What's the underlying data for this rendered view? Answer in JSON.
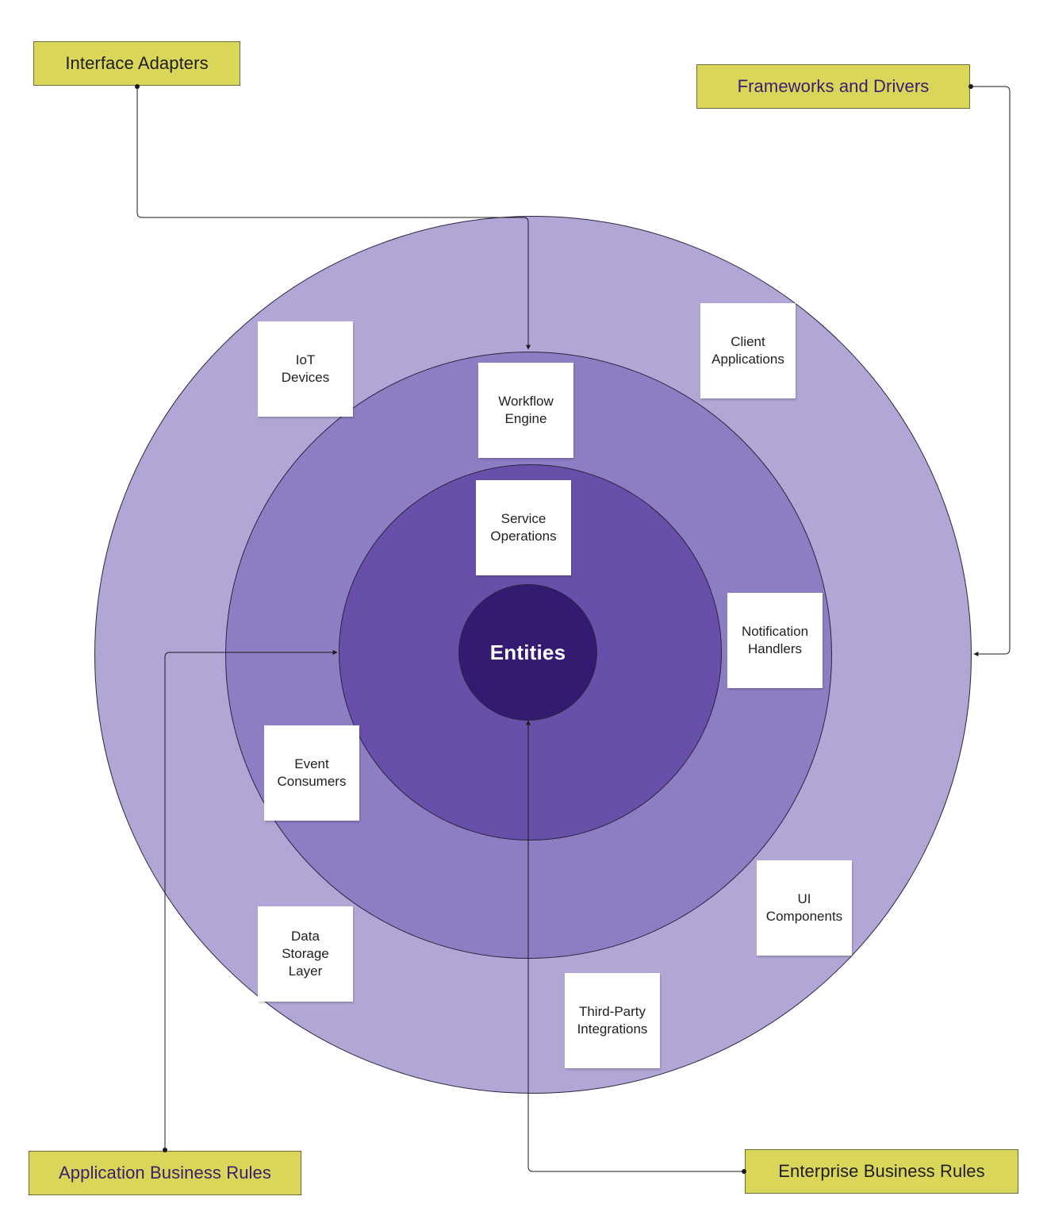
{
  "colors": {
    "ring_outer": "#b1a6d5",
    "ring_second": "#8d7dc3",
    "ring_third": "#684fa9",
    "ring_core": "#341a71",
    "label_box": "#d9d65a",
    "label_text_dark": "#1e1e1e",
    "label_text_purple": "#3a1f6e",
    "connector": "#1a1a1a"
  },
  "core": {
    "label": "Entities"
  },
  "notes": {
    "iot_devices": "IoT\nDevices",
    "workflow_engine": "Workflow\nEngine",
    "client_applications": "Client\nApplications",
    "service_operations": "Service\nOperations",
    "notification_handlers": "Notification\nHandlers",
    "event_consumers": "Event\nConsumers",
    "ui_components": "UI\nComponents",
    "data_storage_layer": "Data\nStorage\nLayer",
    "third_party_integrations": "Third-Party\nIntegrations"
  },
  "layer_labels": {
    "interface_adapters": "Interface Adapters",
    "frameworks_and_drivers": "Frameworks and Drivers",
    "application_business_rules": "Application Business Rules",
    "enterprise_business_rules": "Enterprise Business Rules"
  }
}
